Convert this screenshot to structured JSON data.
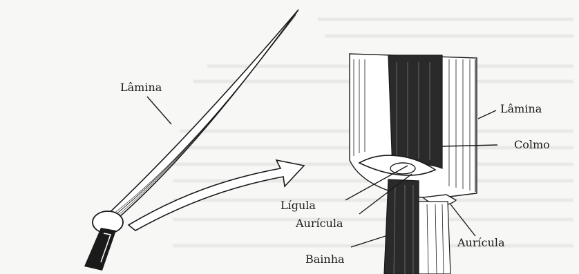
{
  "figure": {
    "labels": {
      "lamina_left": "Lâmina",
      "lamina_right": "Lâmina",
      "colmo": "Colmo",
      "ligula": "Lígula",
      "auricula_left": "Aurícula",
      "auricula_right": "Aurícula",
      "bainha": "Bainha"
    }
  }
}
